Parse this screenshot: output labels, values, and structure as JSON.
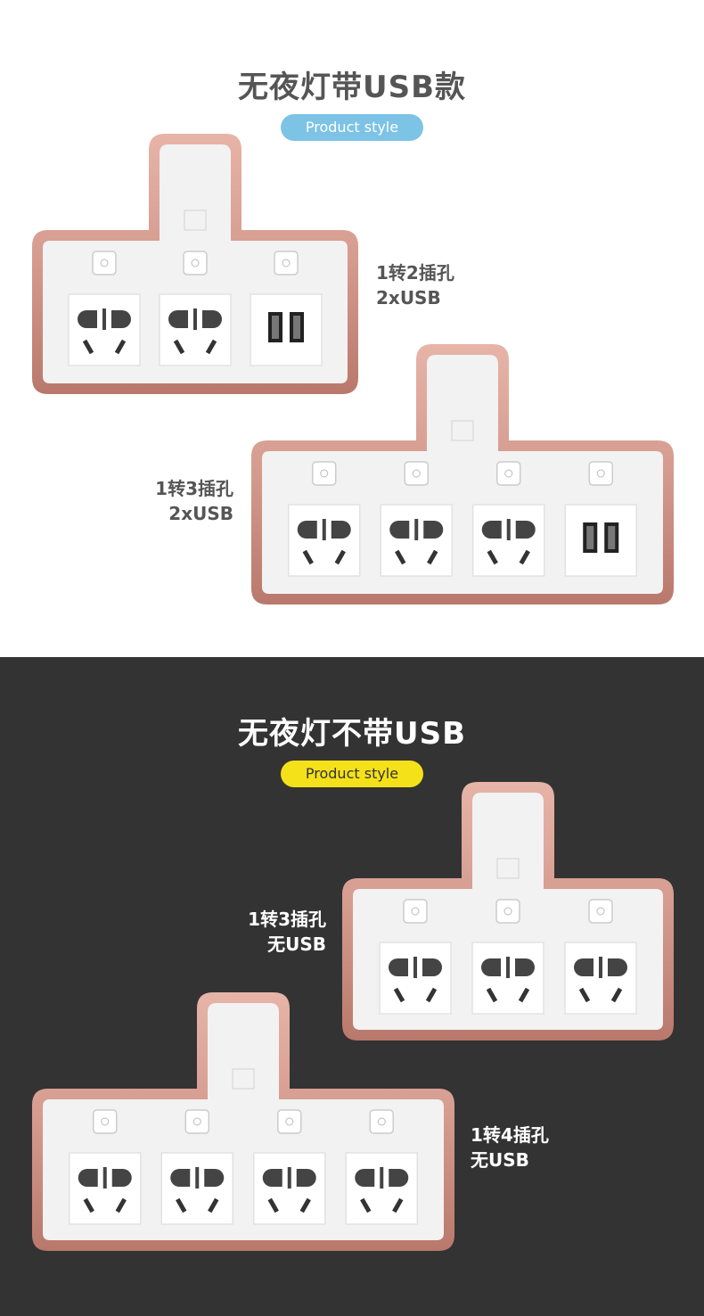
{
  "section1": {
    "title": "无夜灯带USB款",
    "pill": "Product style",
    "product_a": {
      "line1": "1转2插孔",
      "line2": "2xUSB"
    },
    "product_b": {
      "line1": "1转3插孔",
      "line2": "2xUSB"
    }
  },
  "section2": {
    "title": "无夜灯不带USB",
    "pill": "Product style",
    "product_c": {
      "line1": "1转3插孔",
      "line2": "无USB"
    },
    "product_d": {
      "line1": "1转4插孔",
      "line2": "无USB"
    }
  },
  "colors": {
    "frame": "#d49a8e",
    "frame_dark": "#b9786c",
    "body": "#f2f2f2",
    "pill_blue": "#7cc3e6",
    "pill_yellow": "#f5e11a",
    "dark_bg": "#333333"
  }
}
